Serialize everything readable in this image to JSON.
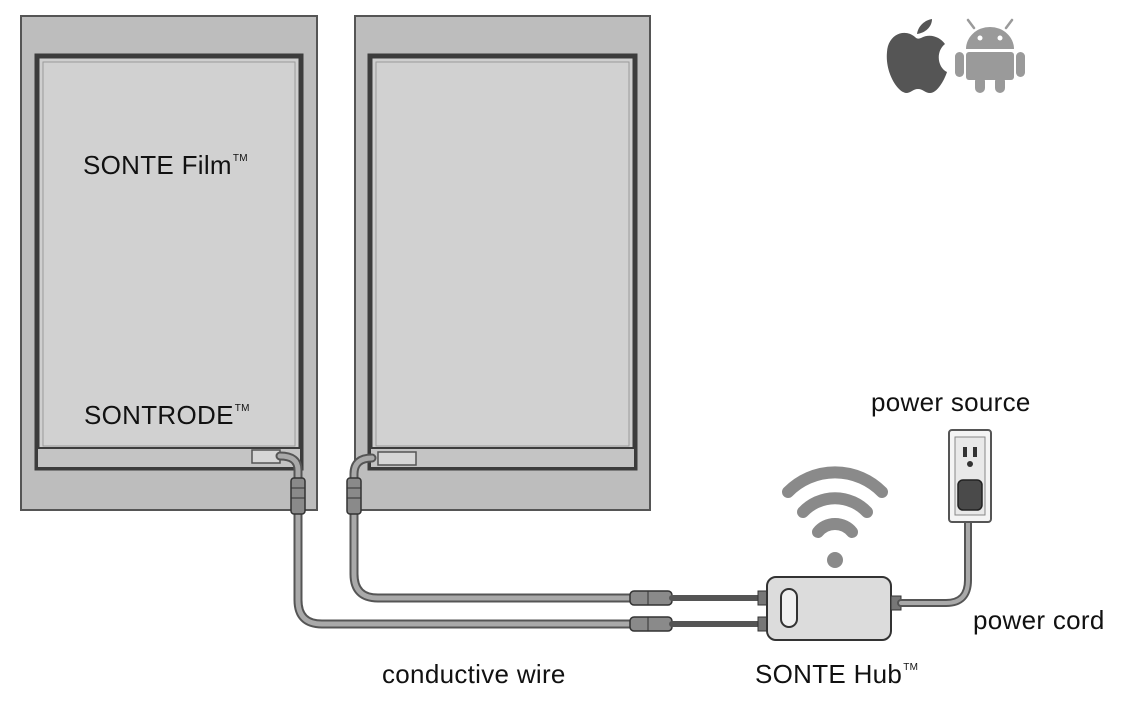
{
  "labels": {
    "film": "SONTE Film",
    "sontrode": "SONTRODE",
    "power_source": "power source",
    "power_cord": "power cord",
    "conductive_wire": "conductive wire",
    "hub": "SONTE Hub",
    "trademark": "TM"
  },
  "icons": {
    "apple": "apple-logo",
    "android": "android-logo",
    "wifi": "wifi-signal",
    "outlet": "wall-outlet"
  },
  "colors": {
    "frame": "#b8b8b8",
    "pane": "#cfcfcf",
    "frame_dark": "#454545",
    "wire": "#8f8f8f",
    "apple": "#555555",
    "android": "#9a9a9a"
  }
}
